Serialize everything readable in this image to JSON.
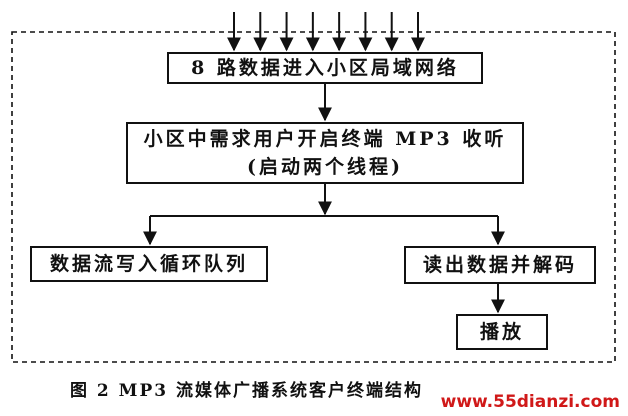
{
  "diagram": {
    "boxes": {
      "network": "8 路数据进入小区局域网络",
      "request_line1": "小区中需求用户开启终端 MP3 收听",
      "request_line2": "(启动两个线程)",
      "write_queue": "数据流写入循环队列",
      "decode": "读出数据并解码",
      "play": "播放"
    },
    "input_arrow_count": 8,
    "caption": "图 2   MP3 流媒体广播系统客户终端结构",
    "watermark": "www.55dianzi.com",
    "colors": {
      "stroke": "#111111",
      "watermark": "#d01818"
    }
  }
}
